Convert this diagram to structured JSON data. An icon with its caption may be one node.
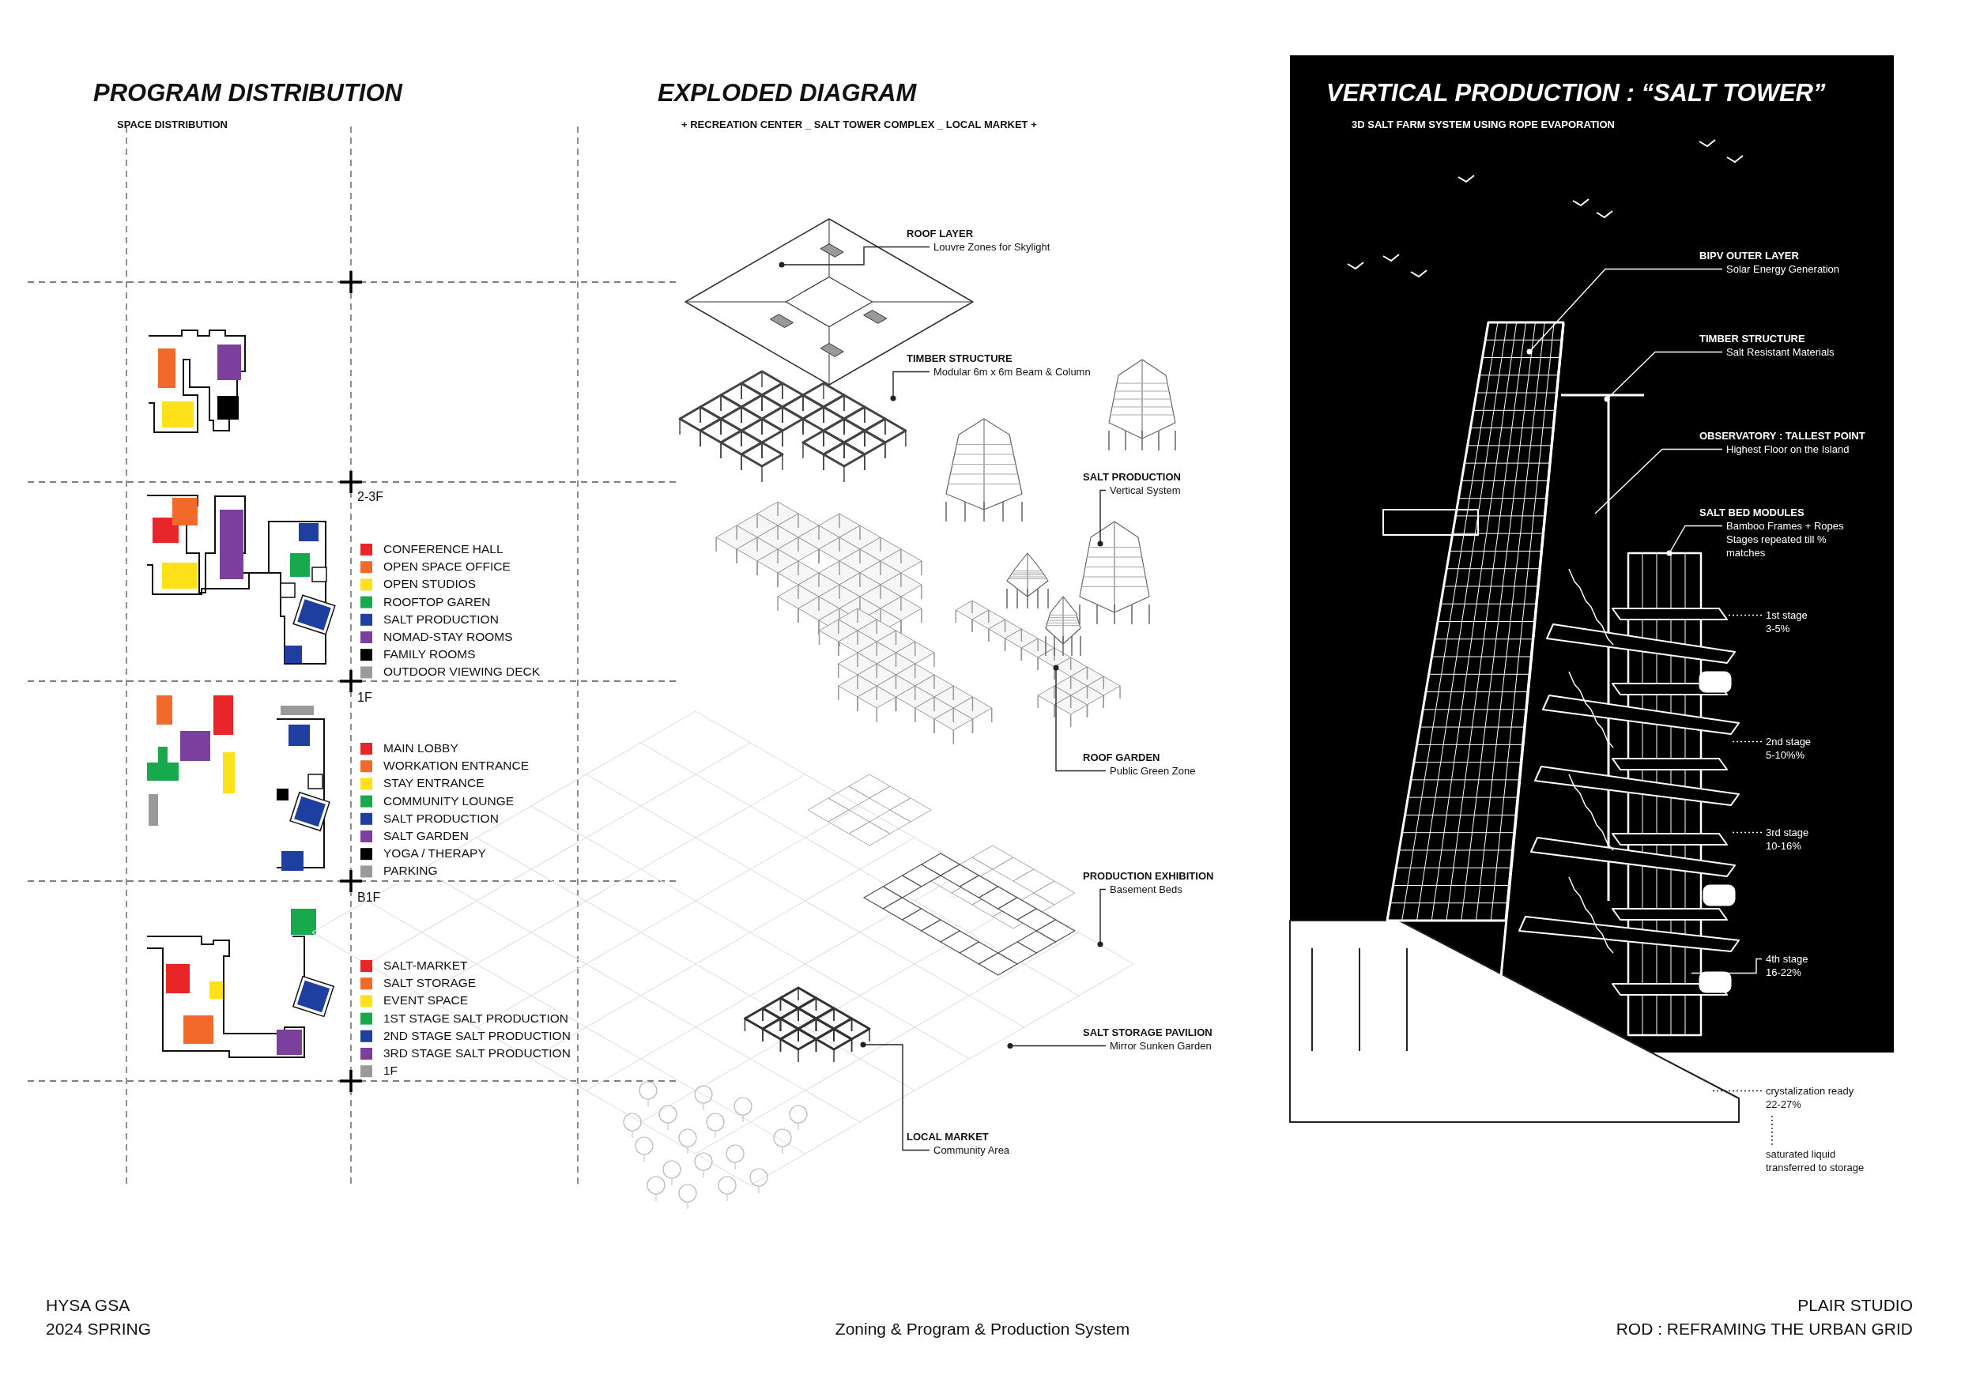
{
  "diagram": {
    "caption": "Zoning & Program & Production System",
    "nodes": [
      {
        "text": [
          "ROOF LAYER",
          "Louvre Zones for Skylight"
        ]
      },
      {
        "text": [
          "TIMBER STRUCTURE",
          "Modular 6m x 6m Beam & Column"
        ]
      },
      {
        "text": [
          "SALT PRODUCTION",
          "Vertical System"
        ]
      },
      {
        "text": [
          "ROOF GARDEN",
          "Public Green Zone"
        ]
      },
      {
        "text": [
          "PRODUCTION EXHIBITION",
          "Basement Beds"
        ]
      },
      {
        "text": [
          "SALT STORAGE PAVILION",
          "Mirror Sunken Garden"
        ]
      },
      {
        "text": [
          "LOCAL MARKET",
          "Community Area"
        ]
      },
      {
        "text": [
          "BIPV OUTER LAYER",
          "Solar Energy Generation"
        ]
      },
      {
        "text": [
          "TIMBER STRUCTURE",
          "Salt Resistant Materials"
        ]
      },
      {
        "text": [
          "OBSERVATORY : TALLEST POINT",
          "Highest Floor on the Island"
        ]
      },
      {
        "text": [
          "SALT BED MODULES",
          "Bamboo Frames + Ropes Stages repeated till % matches"
        ]
      },
      {
        "text": [
          "1st stage",
          "3-5%"
        ]
      },
      {
        "text": [
          "2nd stage",
          "5-10%%"
        ]
      },
      {
        "text": [
          "3rd stage",
          "10-16%"
        ]
      },
      {
        "text": [
          "4th stage",
          "16-22%"
        ]
      },
      {
        "text": [
          "crystalization ready",
          "22-27%"
        ]
      },
      {
        "text": [
          "saturated liquid",
          "transferred to storage"
        ]
      }
    ],
    "edges": [
      {
        "from": 0,
        "to": null,
        "arrow": "other"
      },
      {
        "from": 1,
        "to": null,
        "arrow": "other"
      },
      {
        "from": 2,
        "to": null,
        "arrow": "other"
      },
      {
        "from": 3,
        "to": null,
        "arrow": "other"
      },
      {
        "from": 4,
        "to": null,
        "arrow": "other"
      },
      {
        "from": 5,
        "to": null,
        "arrow": "other"
      },
      {
        "from": 6,
        "to": null,
        "arrow": "other"
      },
      {
        "from": 7,
        "to": null,
        "arrow": "other",
        "color": "#ffffff"
      },
      {
        "from": 8,
        "to": null,
        "arrow": "other",
        "color": "#ffffff"
      },
      {
        "from": 9,
        "to": null,
        "arrow": "none",
        "color": "#ffffff"
      },
      {
        "from": 10,
        "to": null,
        "arrow": "other",
        "color": "#ffffff"
      },
      {
        "from": 11,
        "to": null,
        "arrow": "none",
        "style": "dashed",
        "color": "#ffffff"
      },
      {
        "from": 12,
        "to": null,
        "arrow": "none",
        "style": "dashed",
        "color": "#ffffff"
      },
      {
        "from": 13,
        "to": null,
        "arrow": "none",
        "style": "dashed",
        "color": "#ffffff"
      },
      {
        "from": 14,
        "to": null,
        "arrow": "none",
        "color": "#ffffff"
      },
      {
        "from": 15,
        "to": null,
        "arrow": "none",
        "style": "dashed"
      },
      {
        "from": 16,
        "to": 15,
        "arrow": "none",
        "style": "dashed"
      }
    ],
    "labels": [
      "PROGRAM DISTRIBUTION",
      "SPACE DISTRIBUTION",
      "EXPLODED DIAGRAM",
      "+ RECREATION CENTER _ SALT TOWER COMPLEX _ LOCAL MARKET +",
      "VERTICAL PRODUCTION : “SALT TOWER”",
      "3D SALT FARM SYSTEM USING ROPE EVAPORATION",
      "2-3F",
      "1F",
      "B1F",
      "HYSA GSA",
      "2024 SPRING",
      "PLAIR STUDIO",
      "ROD : REFRAMING THE URBAN GRID"
    ],
    "legend": [
      {
        "text": "CONFERENCE HALL",
        "color": "#e8262a"
      },
      {
        "text": "OPEN SPACE OFFICE",
        "color": "#f26a2a"
      },
      {
        "text": "OPEN STUDIOS",
        "color": "#ffe11a"
      },
      {
        "text": "ROOFTOP GAREN",
        "color": "#18a84e"
      },
      {
        "text": "SALT PRODUCTION",
        "color": "#1f3fa0"
      },
      {
        "text": "NOMAD-STAY ROOMS",
        "color": "#7b3f9e"
      },
      {
        "text": "FAMILY ROOMS",
        "color": "#000000"
      },
      {
        "text": "OUTDOOR VIEWING DECK",
        "color": "#9a9a9a"
      },
      {
        "text": "MAIN LOBBY",
        "color": "#e8262a"
      },
      {
        "text": "WORKATION ENTRANCE",
        "color": "#f26a2a"
      },
      {
        "text": "STAY ENTRANCE",
        "color": "#ffe11a"
      },
      {
        "text": "COMMUNITY LOUNGE",
        "color": "#18a84e"
      },
      {
        "text": "SALT PRODUCTION",
        "color": "#1f3fa0"
      },
      {
        "text": "SALT GARDEN",
        "color": "#7b3f9e"
      },
      {
        "text": "YOGA / THERAPY",
        "color": "#000000"
      },
      {
        "text": "PARKING",
        "color": "#9a9a9a"
      },
      {
        "text": "SALT-MARKET",
        "color": "#e8262a"
      },
      {
        "text": "SALT STORAGE",
        "color": "#f26a2a"
      },
      {
        "text": "EVENT SPACE",
        "color": "#ffe11a"
      },
      {
        "text": "1ST STAGE SALT PRODUCTION",
        "color": "#18a84e"
      },
      {
        "text": "2ND STAGE SALT PRODUCTION",
        "color": "#1f3fa0"
      },
      {
        "text": "3RD STAGE SALT PRODUCTION",
        "color": "#7b3f9e"
      },
      {
        "text": "1F",
        "color": "#9a9a9a"
      }
    ]
  }
}
